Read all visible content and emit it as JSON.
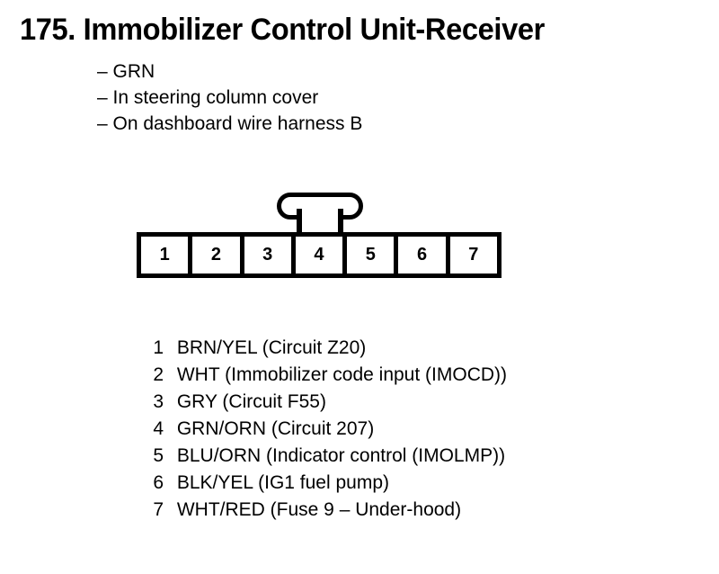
{
  "title": "175. Immobilizer Control Unit-Receiver",
  "subtitle_lines": [
    "– GRN",
    "– In steering column cover",
    "– On dashboard wire harness B"
  ],
  "connector": {
    "pin_count": 7,
    "pin_numbers": [
      "1",
      "2",
      "3",
      "4",
      "5",
      "6",
      "7"
    ],
    "latch_position_over_pin": "4",
    "outline_color": "#000000",
    "fill_color": "#ffffff"
  },
  "pin_legend": [
    {
      "number": "1",
      "label": "BRN/YEL (Circuit Z20)"
    },
    {
      "number": "2",
      "label": "WHT (Immobilizer code input (IMOCD))"
    },
    {
      "number": "3",
      "label": "GRY (Circuit F55)"
    },
    {
      "number": "4",
      "label": "GRN/ORN (Circuit 207)"
    },
    {
      "number": "5",
      "label": "BLU/ORN (Indicator control (IMOLMP))"
    },
    {
      "number": "6",
      "label": "BLK/YEL (IG1 fuel pump)"
    },
    {
      "number": "7",
      "label": "WHT/RED (Fuse 9 – Under-hood)"
    }
  ]
}
